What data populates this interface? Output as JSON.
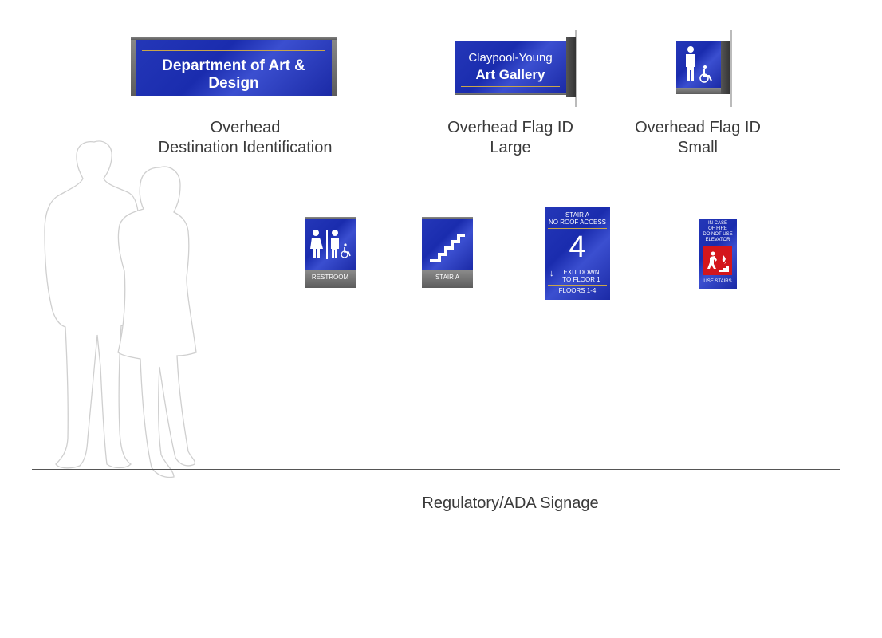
{
  "overhead_destination": {
    "sign_text": "Department of Art & Design",
    "caption_line1": "Overhead",
    "caption_line2": "Destination Identification"
  },
  "flag_large": {
    "line1": "Claypool-Young",
    "line2": "Art Gallery",
    "caption_line1": "Overhead Flag ID",
    "caption_line2": "Large"
  },
  "flag_small": {
    "caption_line1": "Overhead Flag ID",
    "caption_line2": "Small"
  },
  "restroom_sign": {
    "label": "RESTROOM"
  },
  "stair_sign": {
    "label": "STAIR A"
  },
  "stair_level_sign": {
    "line1": "STAIR A",
    "line2": "NO ROOF ACCESS",
    "number": "4",
    "exit_line1": "EXIT DOWN",
    "exit_line2": "TO FLOOR 1",
    "floors": "FLOORS 1-4"
  },
  "fire_sign": {
    "line1": "IN CASE",
    "line2": "OF FIRE",
    "line3": "DO NOT USE",
    "line4": "ELEVATOR",
    "bottom": "USE STAIRS"
  },
  "regulatory_caption": "Regulatory/ADA Signage",
  "colors": {
    "sign_blue": "#1e31b2",
    "accent_gold": "#c9a54a",
    "fire_red": "#d4161c",
    "floor_line": "#555555"
  }
}
